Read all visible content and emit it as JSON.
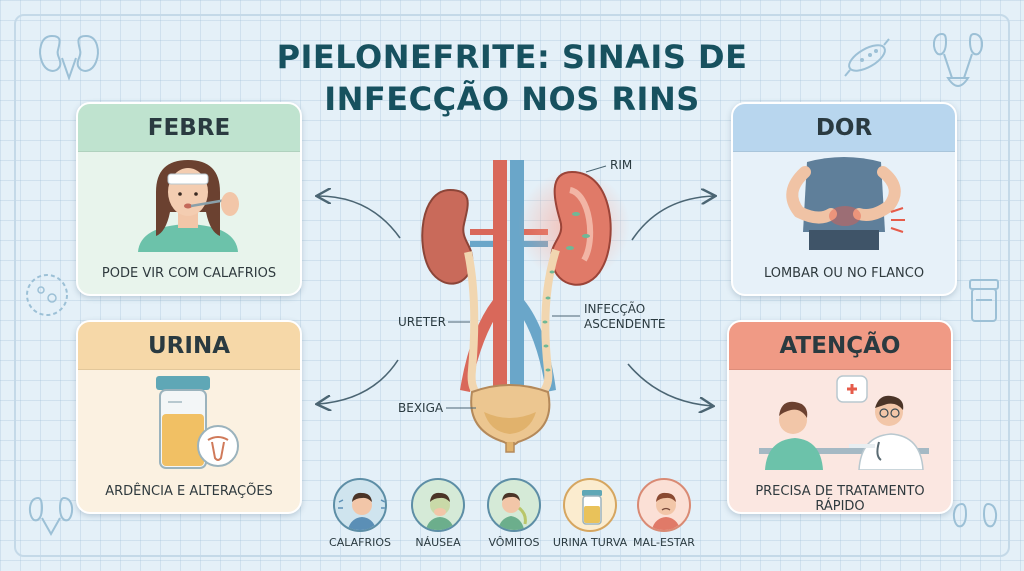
{
  "title_line1": "PIELONEFRITE: SINAIS DE",
  "title_line2": "INFECÇÃO NOS RINS",
  "cards": {
    "fever": {
      "title": "FEBRE",
      "caption": "PODE VIR COM CALAFRIOS"
    },
    "urine": {
      "title": "URINA",
      "caption": "ARDÊNCIA E ALTERAÇÕES"
    },
    "pain": {
      "title": "DOR",
      "caption": "LOMBAR OU NO FLANCO"
    },
    "attention": {
      "title": "ATENÇÃO",
      "caption": "PRECISA DE TRATAMENTO RÁPIDO"
    }
  },
  "anatomy": {
    "kidney": "RIM",
    "ureter": "URETER",
    "infection_line1": "INFECÇÃO",
    "infection_line2": "ASCENDENTE",
    "bladder": "BEXIGA"
  },
  "symptoms": [
    {
      "label": "CALAFRIOS"
    },
    {
      "label": "NÁUSEA"
    },
    {
      "label": "VÔMITOS"
    },
    {
      "label": "URINA TURVA"
    },
    {
      "label": "MAL-ESTAR"
    }
  ],
  "colors": {
    "title": "#17515f",
    "fever": "#bfe3cf",
    "urine": "#f6d8a8",
    "pain": "#b8d6ee",
    "attention": "#f09a85",
    "kidney": "#c96a5a",
    "infected_kidney": "#e07a68"
  }
}
